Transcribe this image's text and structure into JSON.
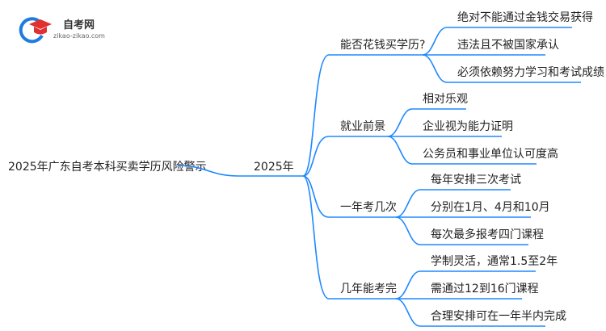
{
  "logo": {
    "title": "自考网",
    "url": "zikao-zikao.com",
    "colors": {
      "ring": "#1e7be0",
      "cap": "#e03030"
    }
  },
  "root": "2025年广东自考本科买卖学历风险警示",
  "center": "2025年",
  "line_color": "#1e88ff",
  "branches": [
    {
      "label": "能否花钱买学历?",
      "children": [
        "绝对不能通过金钱交易获得",
        "违法且不被国家承认",
        "必须依赖努力学习和考试成绩"
      ]
    },
    {
      "label": "就业前景",
      "children": [
        "相对乐观",
        "企业视为能力证明",
        "公务员和事业单位认可度高"
      ]
    },
    {
      "label": "一年考几次",
      "children": [
        "每年安排三次考试",
        "分别在1月、4月和10月",
        "每次最多报考四门课程"
      ]
    },
    {
      "label": "几年能考完",
      "children": [
        "学制灵活，通常1.5至2年",
        "需通过12到16门课程",
        "合理安排可在一年半内完成"
      ]
    }
  ]
}
